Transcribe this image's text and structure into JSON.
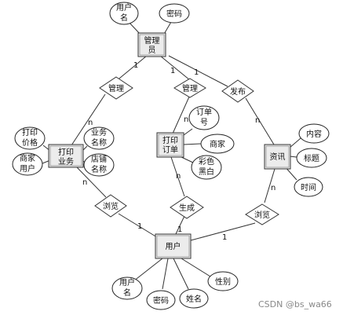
{
  "entities": {
    "admin": {
      "lines": [
        "管理",
        "员"
      ]
    },
    "biz": {
      "lines": [
        "打印",
        "业务"
      ]
    },
    "order": {
      "lines": [
        "打印",
        "订单"
      ]
    },
    "news": {
      "lines": [
        "资讯"
      ]
    },
    "user": {
      "lines": [
        "用户"
      ]
    }
  },
  "relationships": {
    "manage1": "管理",
    "manage2": "管理",
    "publish": "发布",
    "browse1": "浏览",
    "generate": "生成",
    "browse2": "浏览"
  },
  "attributes": {
    "admin_username": {
      "lines": [
        "用户",
        "名"
      ]
    },
    "admin_password": {
      "lines": [
        "密码"
      ]
    },
    "biz_price": {
      "lines": [
        "打印",
        "价格"
      ]
    },
    "biz_merchant_user": {
      "lines": [
        "商家",
        "用户"
      ]
    },
    "biz_name": {
      "lines": [
        "业务",
        "名称"
      ]
    },
    "biz_store_name": {
      "lines": [
        "店铺",
        "名称"
      ]
    },
    "order_no": {
      "lines": [
        "订单",
        "号"
      ]
    },
    "order_merchant": {
      "lines": [
        "商家"
      ]
    },
    "order_color": {
      "lines": [
        "彩色",
        "黑白"
      ]
    },
    "news_content": {
      "lines": [
        "内容"
      ]
    },
    "news_title": {
      "lines": [
        "标题"
      ]
    },
    "news_time": {
      "lines": [
        "时间"
      ]
    },
    "user_username": {
      "lines": [
        "用户",
        "名"
      ]
    },
    "user_password": {
      "lines": [
        "密码"
      ]
    },
    "user_name": {
      "lines": [
        "姓名"
      ]
    },
    "user_gender": {
      "lines": [
        "性别"
      ]
    }
  },
  "cardinalities": {
    "admin_manage1": "1",
    "manage1_biz": "n",
    "admin_manage2": "1",
    "manage2_order": "n",
    "admin_publish": "1",
    "publish_news": "n",
    "biz_browse1": "n",
    "browse1_user": "1",
    "order_generate": "n",
    "generate_user": "1",
    "news_browse2": "n",
    "browse2_user": "1"
  },
  "watermark": "CSDN @bs_wa66"
}
